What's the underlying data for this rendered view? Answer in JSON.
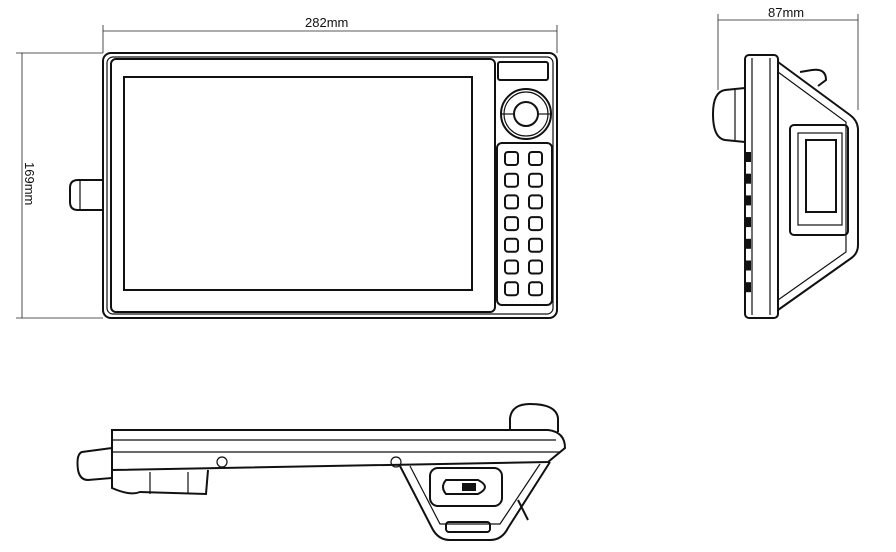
{
  "drawing": {
    "width_label": "282mm",
    "height_label": "169mm",
    "depth_label": "87mm",
    "keypad": {
      "rows": 7,
      "columns": 2
    }
  }
}
